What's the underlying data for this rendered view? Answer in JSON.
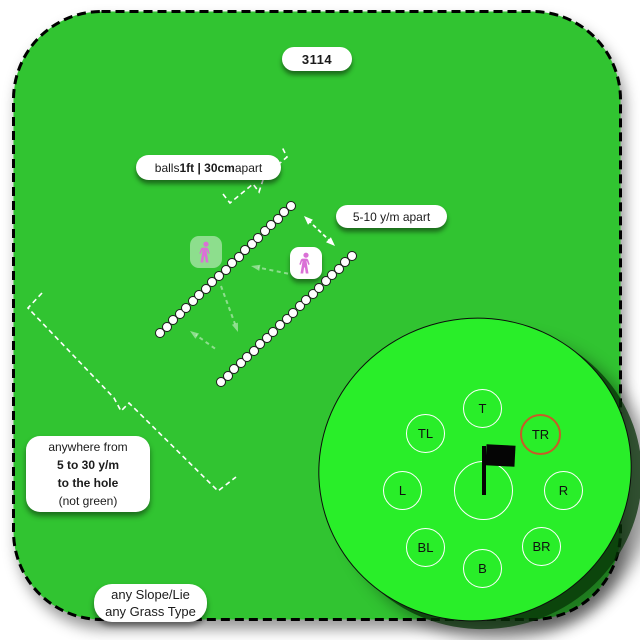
{
  "title_badge": "3114",
  "drill": {
    "balls_label": {
      "prefix": "balls ",
      "bold": "1ft | 30cm",
      "suffix": " apart"
    },
    "row_gap_label": "5-10 y/m apart",
    "balls_per_row": 21,
    "row_count": 2,
    "distance_note": {
      "line1": "anywhere from",
      "line2": "5 to 30 y/m",
      "line3": "to the hole",
      "line4": "(not green)"
    },
    "conditions_note": {
      "line1": "any Slope/Lie",
      "line2": "any Grass Type"
    }
  },
  "green": {
    "holes": [
      {
        "label": "T"
      },
      {
        "label": "TL"
      },
      {
        "label": "TR"
      },
      {
        "label": "L"
      },
      {
        "label": "R"
      },
      {
        "label": "BL"
      },
      {
        "label": "BR"
      },
      {
        "label": "B"
      }
    ],
    "highlighted_hole": "TR"
  },
  "colors": {
    "field_green": "#31c431",
    "putting_green": "#29ee29",
    "person_pink": "#da70d6",
    "highlight_ring": "#c75b28",
    "border_dash": "#000000",
    "label_bg": "#ffffff"
  }
}
